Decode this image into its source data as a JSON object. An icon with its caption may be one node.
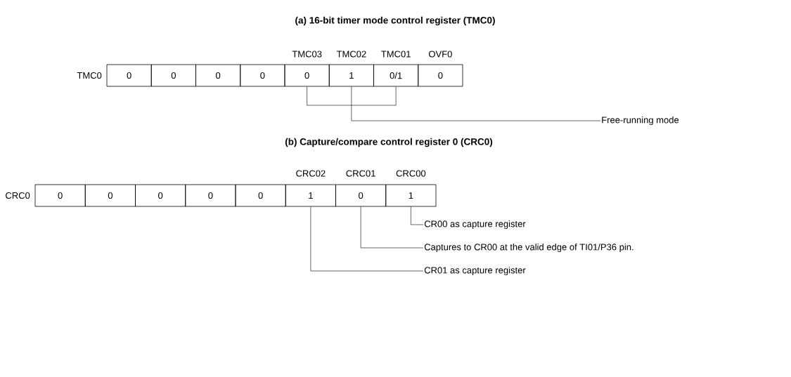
{
  "diagram": {
    "nodes": [
      {
        "text": [
          "0"
        ]
      },
      {
        "text": [
          "0"
        ]
      },
      {
        "text": [
          "0"
        ]
      },
      {
        "text": [
          "0"
        ]
      },
      {
        "text": [
          "0"
        ]
      },
      {
        "text": [
          "1"
        ]
      },
      {
        "text": [
          "0/1"
        ]
      },
      {
        "text": [
          "0"
        ]
      },
      {
        "text": [
          "Free-running mode"
        ]
      },
      {
        "text": [
          "0"
        ]
      },
      {
        "text": [
          "0"
        ]
      },
      {
        "text": [
          "0"
        ]
      },
      {
        "text": [
          "0"
        ]
      },
      {
        "text": [
          "0"
        ]
      },
      {
        "text": [
          "1"
        ]
      },
      {
        "text": [
          "0"
        ]
      },
      {
        "text": [
          "1"
        ]
      },
      {
        "text": [
          "CR00 as capture register"
        ]
      },
      {
        "text": [
          "Captures to CR00 at the valid edge of TI01/P36 pin."
        ]
      },
      {
        "text": [
          "CR01 as capture register"
        ]
      }
    ],
    "edges": [
      {
        "from": 8,
        "to": 4,
        "arrow": "none"
      },
      {
        "from": 8,
        "to": 5,
        "arrow": "none"
      },
      {
        "from": 8,
        "to": 6,
        "arrow": "none"
      },
      {
        "from": 17,
        "to": 16,
        "arrow": "none"
      },
      {
        "from": 18,
        "to": 15,
        "arrow": "none"
      },
      {
        "from": 19,
        "to": 14,
        "arrow": "none"
      }
    ],
    "labels": [
      "(a) 16-bit timer mode control register (TMC0)",
      "TMC03",
      "TMC02",
      "TMC01",
      "OVF0",
      "TMC0",
      "(b) Capture/compare control register 0 (CRC0)",
      "CRC02",
      "CRC01",
      "CRC00",
      "CRC0"
    ]
  }
}
